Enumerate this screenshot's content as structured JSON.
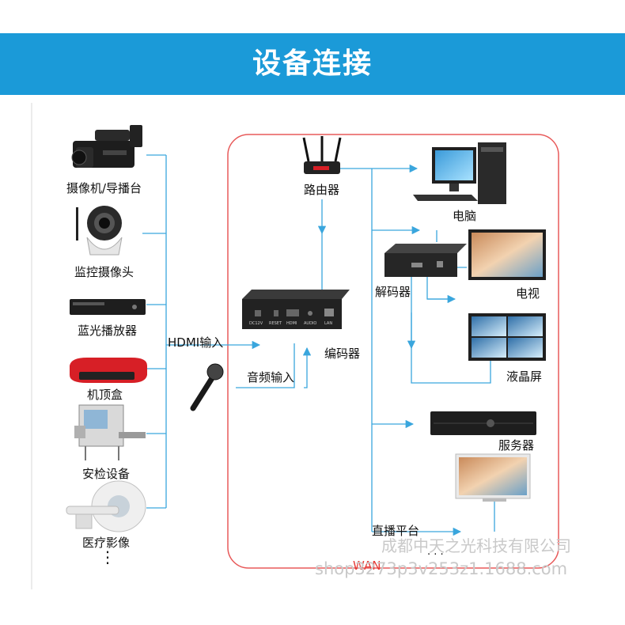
{
  "header": {
    "title": "设备连接"
  },
  "sources": [
    {
      "label": "摄像机/导播台"
    },
    {
      "label": "监控摄像头"
    },
    {
      "label": "蓝光播放器"
    },
    {
      "label": "机顶盒"
    },
    {
      "label": "安检设备"
    },
    {
      "label": "医疗影像"
    }
  ],
  "more_dots": "⋮",
  "labels": {
    "hdmi_in": "HDMI输入",
    "audio_in": "音频输入",
    "encoder": "编码器",
    "router": "路由器",
    "pc": "电脑",
    "decoder": "解码器",
    "tv": "电视",
    "lcd": "液晶屏",
    "server": "服务器",
    "live": "直播平台",
    "wan": "WAN",
    "ellipsis": "· · ·"
  },
  "encoder_ports": [
    "DC12V",
    "RESET",
    "HDMI",
    "AUDIO",
    "LAN"
  ],
  "watermark": {
    "company": "成都中天之光科技有限公司",
    "shop": "shop3273p3v253z1.1688.com"
  },
  "colors": {
    "banner": "#1b9ad8",
    "line": "#3aa6dd",
    "frame": "#e85a5a",
    "wan": "#e53935"
  }
}
